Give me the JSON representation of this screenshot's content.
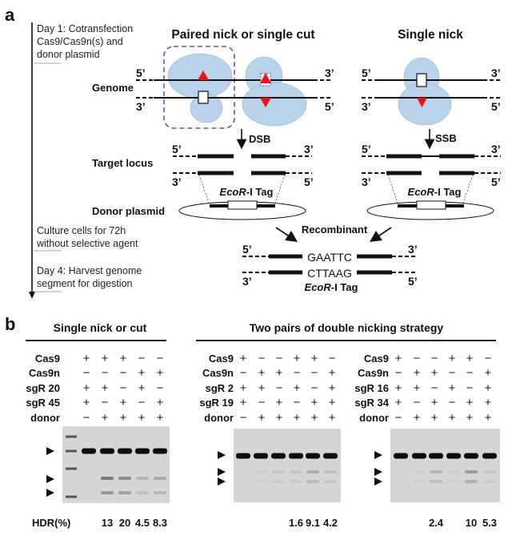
{
  "panel_a": {
    "letter": "a",
    "timeline": {
      "step1": [
        "Day 1: Cotransfection",
        "Cas9/Cas9n(s) and",
        "donor plasmid"
      ],
      "step2": [
        "Culture cells for 72h",
        "without selective agent"
      ],
      "step3": [
        "Day 4: Harvest genome",
        "segment for digestion"
      ]
    },
    "title_paired": "Paired nick or single cut",
    "title_single": "Single nick",
    "labels": {
      "genome": "Genome",
      "target": "Target locus",
      "donor": "Donor plasmid"
    },
    "five": "5’",
    "three": "3’",
    "dsb": "DSB",
    "ssb": "SSB",
    "tag_italic": "EcoR",
    "tag_rest": "-I Tag",
    "recombinant": "Recombinant",
    "seq_top": "GAATTC",
    "seq_bottom": "CTTAAG",
    "colors": {
      "cas9": "#b9d3ea",
      "nick": "#e8141c",
      "box": "#7a4f9a"
    }
  },
  "panel_b": {
    "letter": "b",
    "title_left": "Single nick or cut",
    "title_right": "Two pairs of double nicking strategy",
    "hdr_label": "HDR(%)",
    "tables": [
      {
        "rows": [
          {
            "label": "Cas9",
            "signs": [
              "+",
              "+",
              "+",
              "−",
              "−"
            ]
          },
          {
            "label": "Cas9n",
            "signs": [
              "−",
              "−",
              "−",
              "+",
              "+"
            ]
          },
          {
            "label": "sgR 20",
            "signs": [
              "+",
              "+",
              "−",
              "+",
              "−"
            ]
          },
          {
            "label": "sgR 45",
            "signs": [
              "+",
              "−",
              "+",
              "−",
              "+"
            ]
          },
          {
            "label": "donor",
            "signs": [
              "−",
              "+",
              "+",
              "+",
              "+"
            ]
          }
        ],
        "hdr": [
          "",
          "13",
          "20",
          "4.5",
          "8.3"
        ]
      },
      {
        "rows": [
          {
            "label": "Cas9",
            "signs": [
              "+",
              "−",
              "−",
              "+",
              "+",
              "−"
            ]
          },
          {
            "label": "Cas9n",
            "signs": [
              "−",
              "+",
              "+",
              "−",
              "−",
              "+"
            ]
          },
          {
            "label": "sgR  2",
            "signs": [
              "+",
              "+",
              "−",
              "+",
              "−",
              "+"
            ]
          },
          {
            "label": "sgR 19",
            "signs": [
              "+",
              "−",
              "+",
              "−",
              "+",
              "+"
            ]
          },
          {
            "label": "donor",
            "signs": [
              "−",
              "+",
              "+",
              "+",
              "+",
              "+"
            ]
          }
        ],
        "hdr": [
          "",
          "",
          "",
          "1.6",
          "9.1",
          "4.2"
        ]
      },
      {
        "rows": [
          {
            "label": "Cas9",
            "signs": [
              "+",
              "−",
              "−",
              "+",
              "+",
              "−"
            ]
          },
          {
            "label": "Cas9n",
            "signs": [
              "−",
              "+",
              "+",
              "−",
              "−",
              "+"
            ]
          },
          {
            "label": "sgR 16",
            "signs": [
              "+",
              "+",
              "−",
              "+",
              "−",
              "+"
            ]
          },
          {
            "label": "sgR 34",
            "signs": [
              "+",
              "−",
              "+",
              "−",
              "+",
              "+"
            ]
          },
          {
            "label": "donor",
            "signs": [
              "−",
              "+",
              "+",
              "+",
              "+",
              "+"
            ]
          }
        ],
        "hdr": [
          "",
          "",
          "2.4",
          "",
          "10",
          "5.3"
        ]
      }
    ]
  }
}
